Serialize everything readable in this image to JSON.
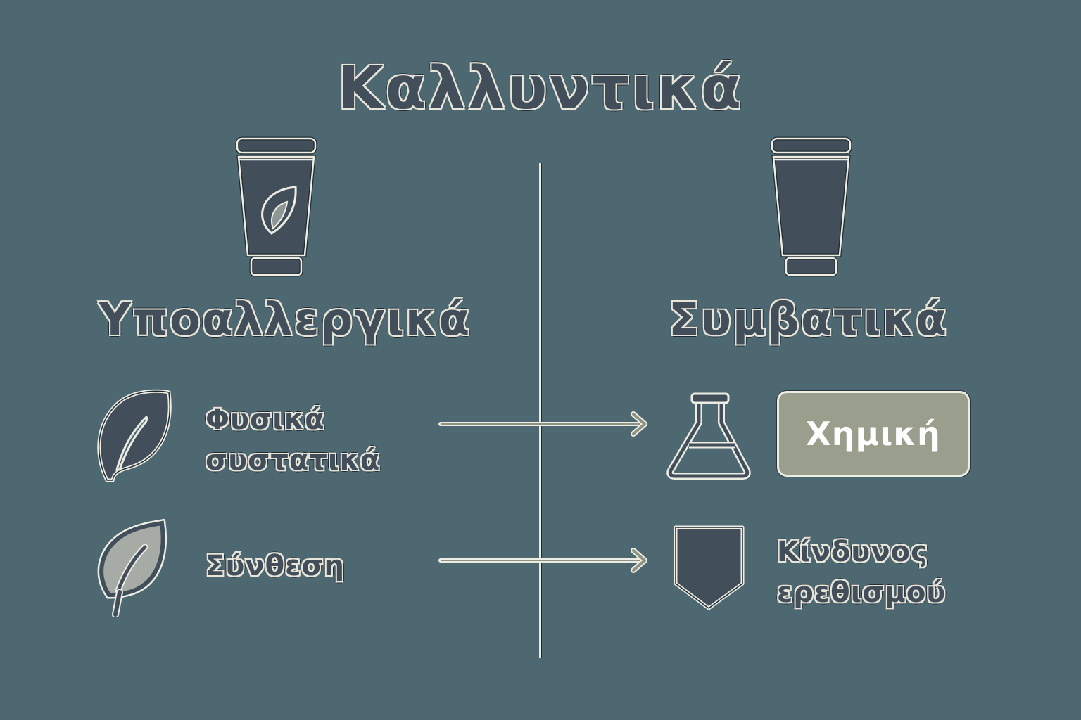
{
  "title": "Καλλυντικά",
  "colors": {
    "background": "#4e6872",
    "icon_fill": "#424f5a",
    "outline": "#e8e6da",
    "badge_fill": "#9a9e8c",
    "badge_text": "#ffffff",
    "arrow": "#8e9383"
  },
  "left_column": {
    "heading": "Υποαλλεργικά",
    "product_icon": "cream-tube-with-leaf-icon",
    "rows": [
      {
        "icon": "leaf-solid-icon",
        "label_line1": "Φυσικά",
        "label_line2": "συστατικά"
      },
      {
        "icon": "leaf-outline-icon",
        "label": "Σύνθεση"
      }
    ]
  },
  "right_column": {
    "heading": "Συμβατικά",
    "product_icon": "cream-tube-icon",
    "rows": [
      {
        "icon": "flask-icon",
        "badge": "Χημική"
      },
      {
        "icon": "shield-icon",
        "label_line1": "Κίνδυνος",
        "label_line2": "ερεθισμού"
      }
    ]
  },
  "connectors": [
    {
      "from": "Φυσικά συστατικά",
      "to": "Χημική",
      "icon": "arrow-right-icon"
    },
    {
      "from": "Σύνθεση",
      "to": "Κίνδυνος ερεθισμού",
      "icon": "arrow-right-icon"
    }
  ]
}
